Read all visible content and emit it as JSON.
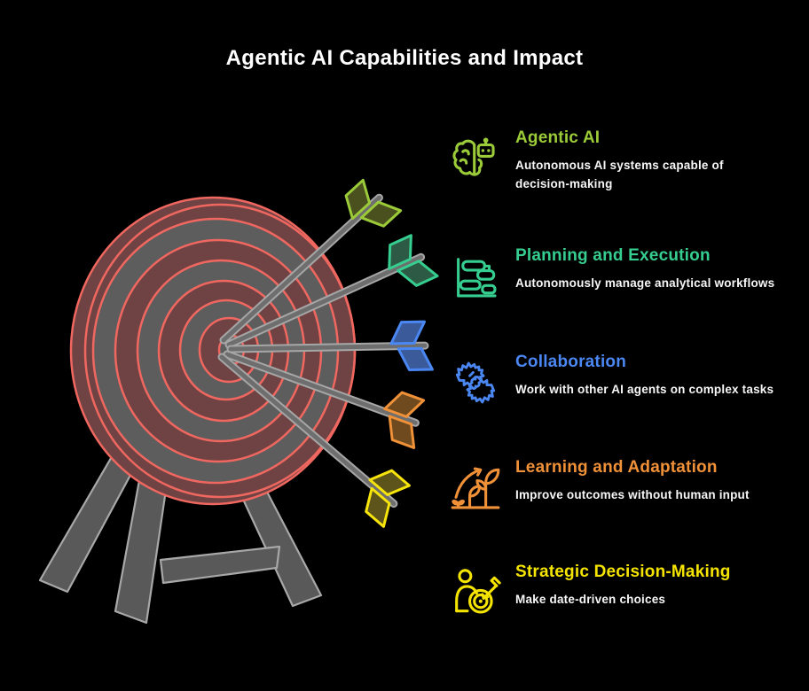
{
  "title": "Agentic AI Capabilities and Impact",
  "items": [
    {
      "icon": "brain-robot-icon",
      "title": "Agentic AI",
      "description": "Autonomous AI systems capable of\ndecision-making",
      "color": "#9BCB38"
    },
    {
      "icon": "gantt-chart-icon",
      "title": "Planning and Execution",
      "description": "Autonomously manage analytical workflows",
      "color": "#36CE90"
    },
    {
      "icon": "collaboration-hands-icon",
      "title": "Collaboration",
      "description": "Work with other AI agents on complex tasks",
      "color": "#4B87F2"
    },
    {
      "icon": "growth-plant-icon",
      "title": "Learning and Adaptation",
      "description": "Improve outcomes without human input",
      "color": "#F09138"
    },
    {
      "icon": "person-target-icon",
      "title": "Strategic Decision-Making",
      "description": "Make date-driven choices",
      "color": "#F4E400"
    }
  ],
  "target": {
    "ring_maroon": "#6F4343",
    "ring_gray": "#5D5D5D",
    "ring_outline": "#F06760",
    "stand_fill": "#595959",
    "stand_outline": "#A8A8A8",
    "shaft_fill": "#6E6E6E",
    "shaft_outline": "#A6A6A6",
    "arrows": [
      {
        "name": "lime-arrow",
        "stroke": "#9BCB38",
        "fill": "#4A511F"
      },
      {
        "name": "emerald-arrow",
        "stroke": "#36CE90",
        "fill": "#2C5A44"
      },
      {
        "name": "blue-arrow",
        "stroke": "#4B87F2",
        "fill": "#3A5A9A"
      },
      {
        "name": "orange-arrow",
        "stroke": "#F09138",
        "fill": "#6E4A1E"
      },
      {
        "name": "yellow-arrow",
        "stroke": "#F6E40B",
        "fill": "#5C541A"
      }
    ]
  }
}
